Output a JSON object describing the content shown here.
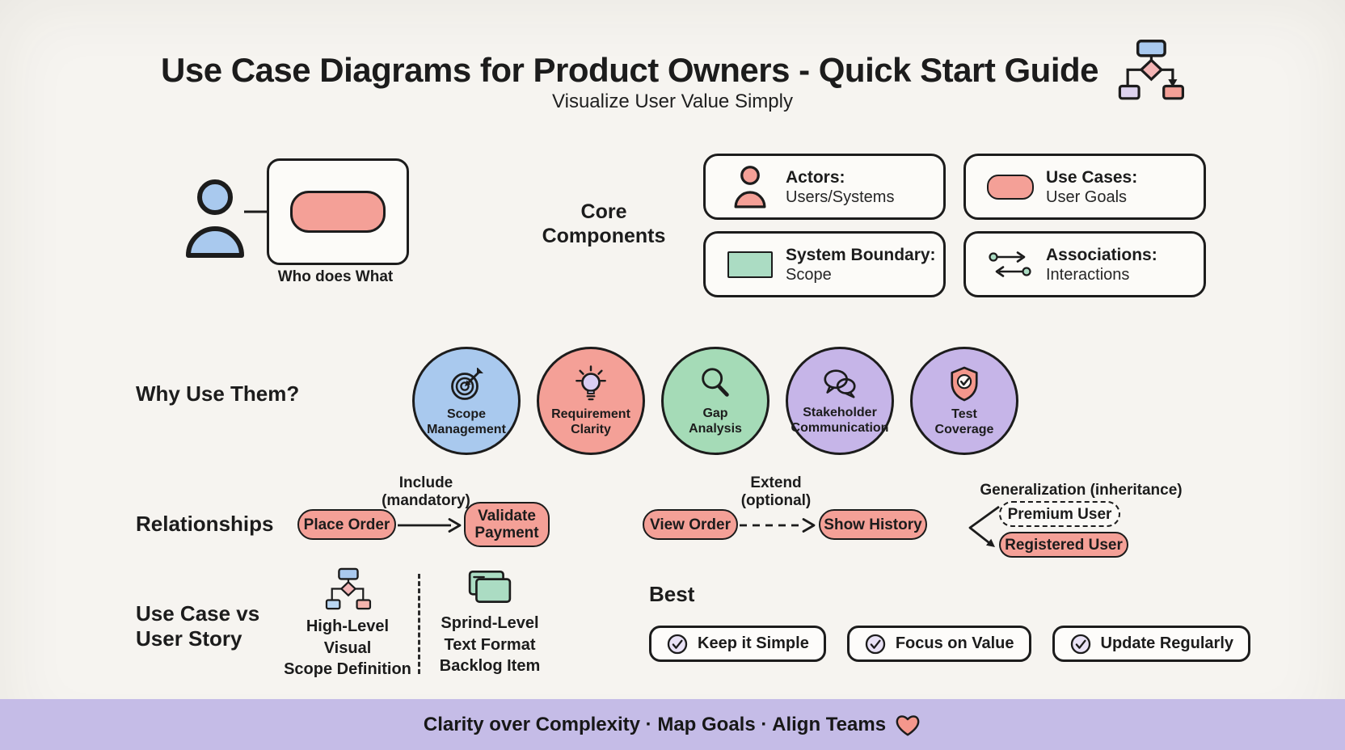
{
  "header": {
    "title": "Use Case Diagrams for Product Owners - Quick Start Guide",
    "subtitle": "Visualize User Value Simply",
    "icon": "flowchart-icon"
  },
  "intro": {
    "caption": "Who does What",
    "actor_icon": "person-icon",
    "use_case_icon": "use-case-oval"
  },
  "core": {
    "label_line1": "Core",
    "label_line2": "Components",
    "items": [
      {
        "icon": "actor-person-icon",
        "title": "Actors:",
        "subtitle": "Users/Systems"
      },
      {
        "icon": "use-case-oval-icon",
        "title": "Use Cases:",
        "subtitle": "User Goals"
      },
      {
        "icon": "system-boundary-rect-icon",
        "title": "System Boundary:",
        "subtitle": "Scope"
      },
      {
        "icon": "association-arrows-icon",
        "title": "Associations:",
        "subtitle": "Interactions"
      }
    ]
  },
  "why": {
    "label": "Why Use Them?",
    "items": [
      {
        "icon": "target-icon",
        "line1": "Scope",
        "line2": "Management",
        "color": "#a9c9ee"
      },
      {
        "icon": "lightbulb-icon",
        "line1": "Requirement",
        "line2": "Clarity",
        "color": "#f4a097"
      },
      {
        "icon": "magnifier-icon",
        "line1": "Gap",
        "line2": "Analysis",
        "color": "#a5dbb7"
      },
      {
        "icon": "chat-bubbles-icon",
        "line1": "Stakeholder",
        "line2": "Communication",
        "color": "#c6b5e8"
      },
      {
        "icon": "shield-check-icon",
        "line1": "Test",
        "line2": "Coverage",
        "color": "#c6b5e8"
      }
    ]
  },
  "relationships": {
    "label": "Relationships",
    "include": {
      "from": "Place Order",
      "label_line1": "Include",
      "label_line2": "(mandatory)",
      "to_line1": "Validate",
      "to_line2": "Payment",
      "arrow_style": "solid"
    },
    "extend": {
      "from": "View Order",
      "label_line1": "Extend",
      "label_line2": "(optional)",
      "to": "Show History",
      "arrow_style": "dashed"
    },
    "generalization": {
      "label": "Generalization (inheritance)",
      "parent": "Premium User",
      "child": "Registered User"
    }
  },
  "comparison": {
    "label_line1": "Use Case vs",
    "label_line2": "User Story",
    "use_case": {
      "icon": "flowchart-icon",
      "lines": [
        "High-Level",
        "Visual",
        "Scope Definition"
      ]
    },
    "user_story": {
      "icon": "folders-icon",
      "lines": [
        "Sprind-Level",
        "Text Format",
        "Backlog Item"
      ]
    }
  },
  "best": {
    "label": "Best",
    "items": [
      {
        "icon": "check-circle-icon",
        "label": "Keep it Simple"
      },
      {
        "icon": "check-circle-icon",
        "label": "Focus on Value"
      },
      {
        "icon": "check-circle-icon",
        "label": "Update Regularly"
      }
    ]
  },
  "footer": {
    "text": "Clarity over Complexity · Map Goals · Align Teams",
    "heart_icon": "heart-icon"
  },
  "colors": {
    "background": "#f6f4f0",
    "ink": "#1c1c1c",
    "salmon": "#f4a097",
    "blue": "#a9c9ee",
    "green": "#abdcc3",
    "lavender": "#c6b5e8",
    "lavender_light": "#e9e2f6",
    "footer_bar": "#c5bce7",
    "card_background": "#fcfbf8"
  }
}
